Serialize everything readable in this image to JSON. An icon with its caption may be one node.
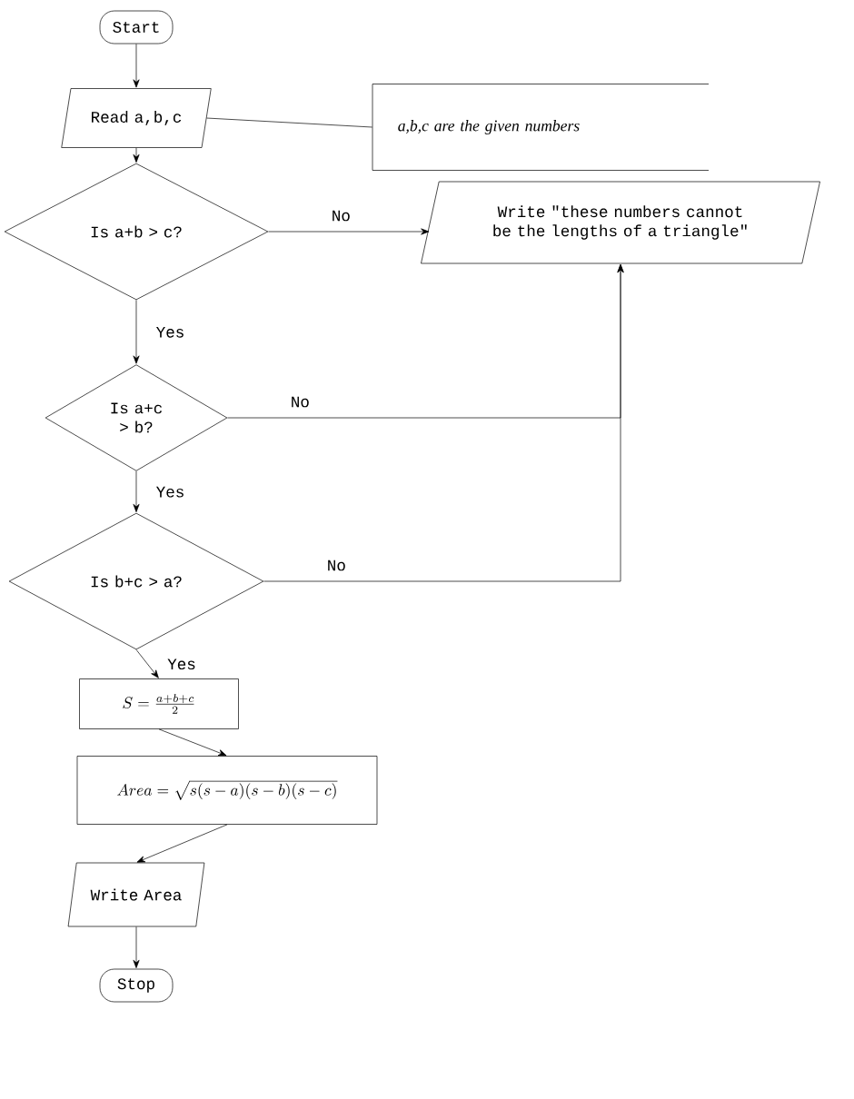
{
  "diagram": {
    "nodes": [
      {
        "text": [
          "Start"
        ]
      },
      {
        "text": [
          "Read a,b,c"
        ]
      },
      {
        "text": [
          "a,b,c are the given numbers"
        ]
      },
      {
        "text": [
          "Is a+b > c?"
        ]
      },
      {
        "text": [
          "Write \"these numbers cannot be the lengths of a triangle\""
        ]
      },
      {
        "text": [
          "Is a+c > b?"
        ]
      },
      {
        "text": [
          "Is b+c > a?"
        ]
      },
      {
        "text": [
          "S = \\frac{a+b+c}{2}"
        ]
      },
      {
        "text": [
          "Area = \\sqrt{s(s-a)(s-b)(s-c)}"
        ]
      },
      {
        "text": [
          "Write Area"
        ]
      },
      {
        "text": [
          "Stop"
        ]
      }
    ],
    "edges": [
      {
        "from": 0,
        "to": 1,
        "arrow": "to"
      },
      {
        "from": 1,
        "to": 2,
        "arrow": "none"
      },
      {
        "from": 1,
        "to": 3,
        "arrow": "to"
      },
      {
        "from": 3,
        "to": 4,
        "arrow": "to",
        "label": "No"
      },
      {
        "from": 3,
        "to": 5,
        "arrow": "to",
        "label": "Yes"
      },
      {
        "from": 5,
        "to": 4,
        "arrow": "to",
        "label": "No"
      },
      {
        "from": 5,
        "to": 6,
        "arrow": "to",
        "label": "Yes"
      },
      {
        "from": 6,
        "to": 4,
        "arrow": "to",
        "label": "No"
      },
      {
        "from": 6,
        "to": 7,
        "arrow": "to",
        "label": "Yes"
      },
      {
        "from": 7,
        "to": 8,
        "arrow": "to"
      },
      {
        "from": 8,
        "to": 9,
        "arrow": "to"
      },
      {
        "from": 9,
        "to": 10,
        "arrow": "to"
      }
    ]
  }
}
